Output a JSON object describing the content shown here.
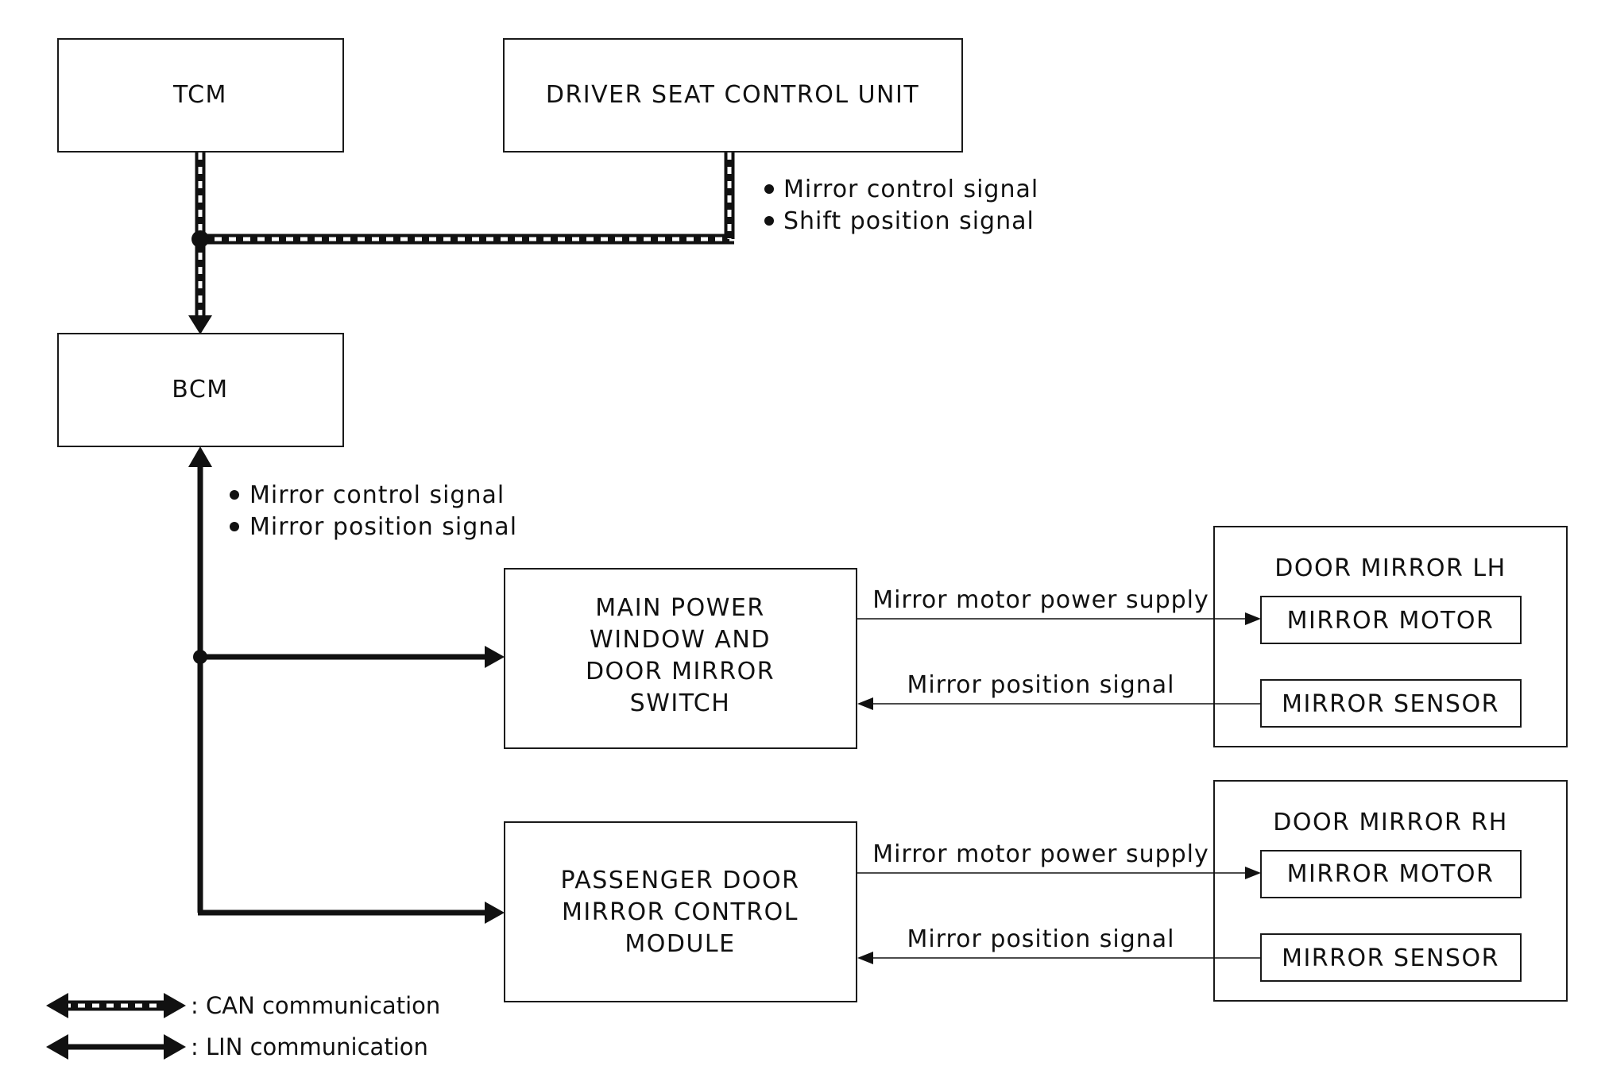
{
  "modules": {
    "tcm": "TCM",
    "driver_seat": "DRIVER SEAT CONTROL UNIT",
    "bcm": "BCM",
    "main_switch": [
      "MAIN POWER",
      "WINDOW AND",
      "DOOR MIRROR",
      "SWITCH"
    ],
    "passenger_module": [
      "PASSENGER DOOR",
      "MIRROR CONTROL",
      "MODULE"
    ],
    "door_mirror_lh": {
      "title": "DOOR MIRROR LH",
      "motor": "MIRROR MOTOR",
      "sensor": "MIRROR SENSOR"
    },
    "door_mirror_rh": {
      "title": "DOOR MIRROR RH",
      "motor": "MIRROR MOTOR",
      "sensor": "MIRROR SENSOR"
    }
  },
  "signals": {
    "can_bullets": [
      "Mirror control signal",
      "Shift position signal"
    ],
    "lin_bullets": [
      "Mirror control signal",
      "Mirror position signal"
    ],
    "lh_supply": "Mirror motor power supply",
    "lh_position": "Mirror position signal",
    "rh_supply": "Mirror motor power supply",
    "rh_position": "Mirror position signal"
  },
  "legend": {
    "can": ": CAN communication",
    "lin": ": LIN communication"
  }
}
